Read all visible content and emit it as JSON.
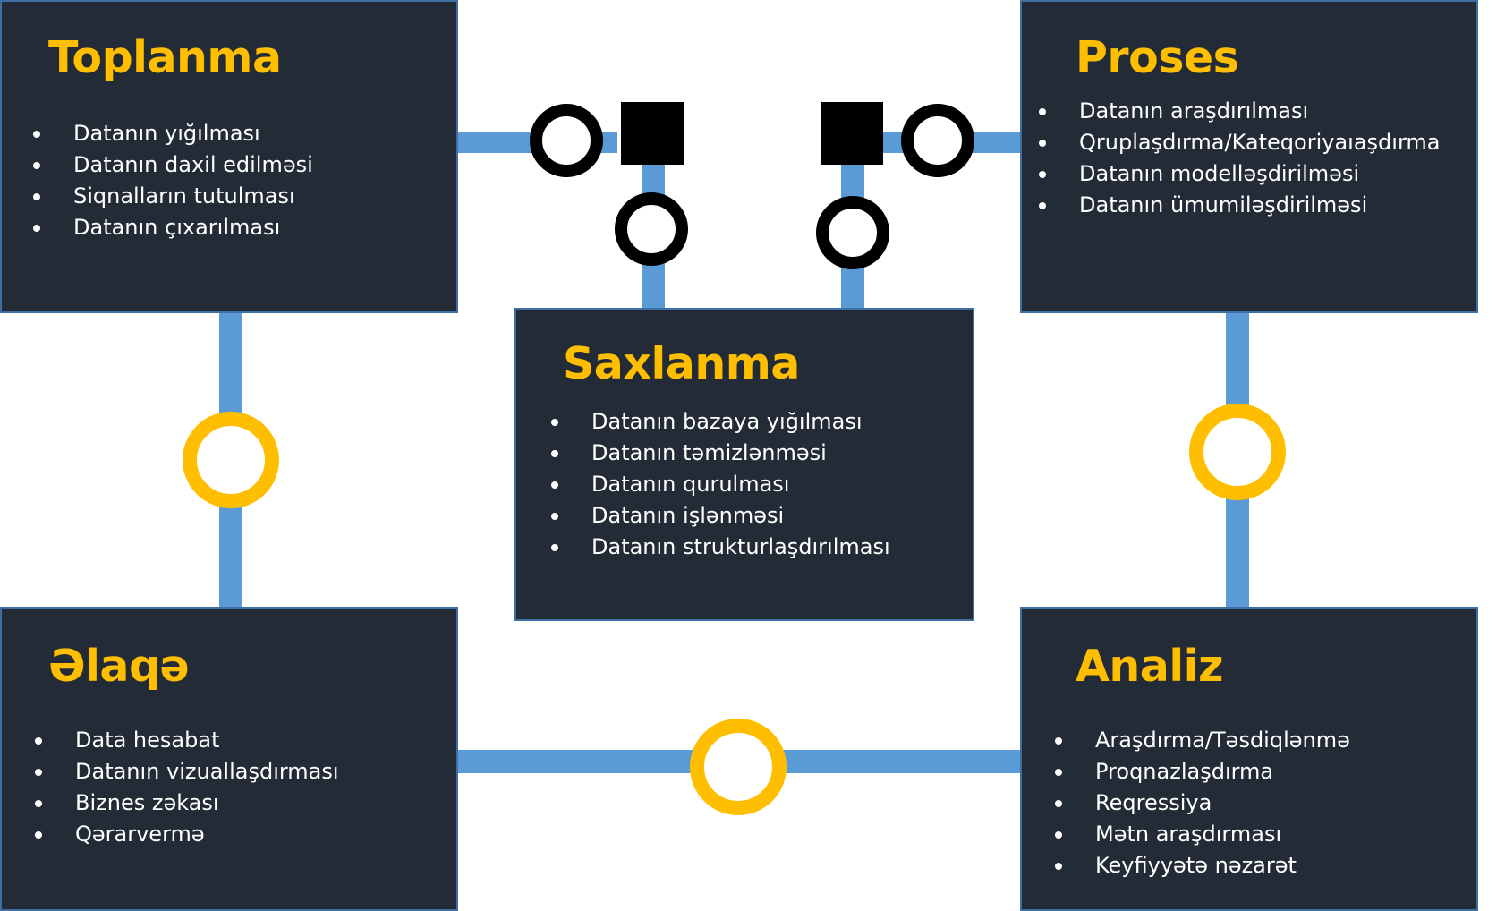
{
  "colors": {
    "box_fill": "#232b37",
    "box_border": "#3d6fa3",
    "title": "#ffbf00",
    "item_text": "#ffffff",
    "connector": "#5b9bd5",
    "yellow_ring": "#ffbf00",
    "black_symbol": "#000000"
  },
  "boxes": {
    "toplanma": {
      "title": "Toplanma",
      "items": [
        "Datanın yığılması",
        "Datanın daxil edilməsi",
        "Siqnalların tutulması",
        "Datanın çıxarılması"
      ]
    },
    "proses": {
      "title": "Proses",
      "items": [
        "Datanın araşdırılması",
        "Qruplaşdırma/Kateqoriyaıaşdırma",
        "Datanın modelləşdirilməsi",
        "Datanın ümumiləşdirilməsi"
      ]
    },
    "saxlanma": {
      "title": "Saxlanma",
      "items": [
        "Datanın bazaya yığılması",
        "Datanın təmizlənməsi",
        "Datanın qurulması",
        "Datanın işlənməsi",
        "Datanın strukturlaşdırılması"
      ]
    },
    "elaqe": {
      "title": "Əlaqə",
      "items": [
        "Data hesabat",
        "Datanın vizuallaşdırması",
        "Biznes zəkası",
        "Qərarvermə"
      ]
    },
    "analiz": {
      "title": "Analiz",
      "items": [
        "Araşdırma/Təsdiqlənmə",
        "Proqnazlaşdırma",
        "Reqressiya",
        "Mətn araşdırması",
        "Keyfiyyətə nəzarət"
      ]
    }
  }
}
